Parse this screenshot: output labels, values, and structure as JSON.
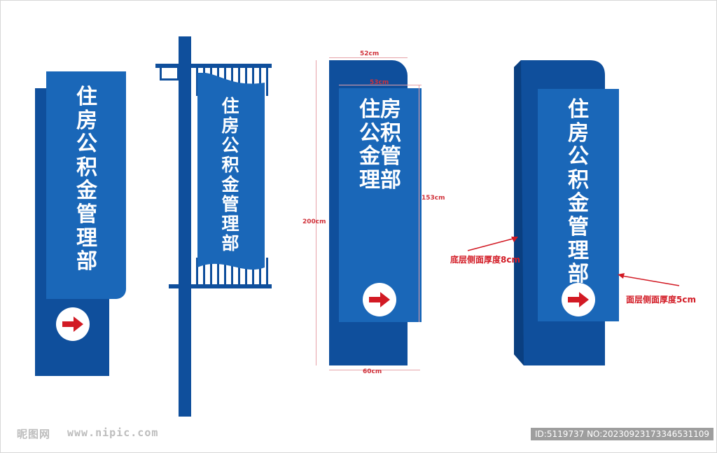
{
  "sign_text": "住房公积金管理部",
  "arrow_icon": "right-arrow-icon",
  "colors": {
    "primary": "#1a67b8",
    "dark": "#0f4f9c",
    "arrow": "#d21a24"
  },
  "dimensions": {
    "top_width": "52cm",
    "panel_width": "53cm",
    "total_height": "200cm",
    "panel_height": "153cm",
    "base_width": "60cm"
  },
  "notes": {
    "base_thickness": "底层侧面厚度8cm",
    "panel_thickness": "面层侧面厚度5cm"
  },
  "watermark": {
    "logo": "昵图网",
    "url": "www.nipic.com"
  },
  "image_id": "ID:5119737 NO:20230923173346531109"
}
